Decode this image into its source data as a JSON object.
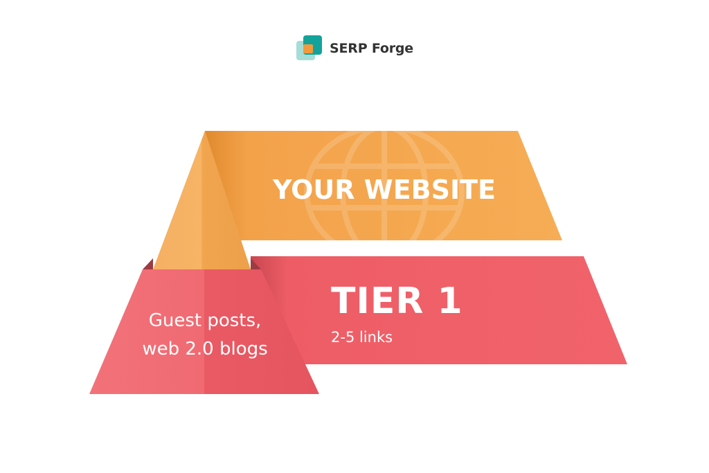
{
  "brand": {
    "name": "SERP Forge",
    "logo_icon": "overlapping-squares-icon",
    "colors": {
      "teal": "#14a39a",
      "orange": "#f39a3c",
      "light_teal": "#a6ddd6"
    }
  },
  "diagram": {
    "top_band": {
      "label": "YOUR WEBSITE",
      "color": "#f5a84f"
    },
    "middle_band": {
      "title": "TIER 1",
      "subtitle": "2-5 links",
      "color": "#f06068"
    },
    "pyramid_base": {
      "line1": "Guest posts,",
      "line2": "web 2.0 blogs",
      "color": "#ee5f69"
    },
    "pyramid_top_color": "#f7ab5a",
    "background_icon": "globe-icon"
  }
}
